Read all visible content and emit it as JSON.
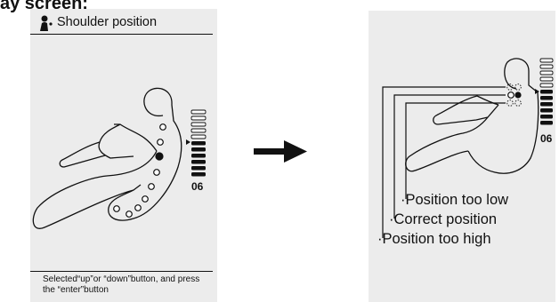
{
  "caption": "ay screen:",
  "left_screen": {
    "title": "Shoulder position",
    "title_icon": "person-icon",
    "level_value": "06",
    "instruction": "Selected“up”or “down”button, and press the “enter”button"
  },
  "right_screen": {
    "level_value": "06",
    "labels": {
      "too_low": "Position too low",
      "correct": "Correct position",
      "too_high": "Position too high"
    }
  },
  "transition_icon": "right-arrow-icon",
  "colors": {
    "screen_bg": "#ececec",
    "ink": "#111111"
  }
}
